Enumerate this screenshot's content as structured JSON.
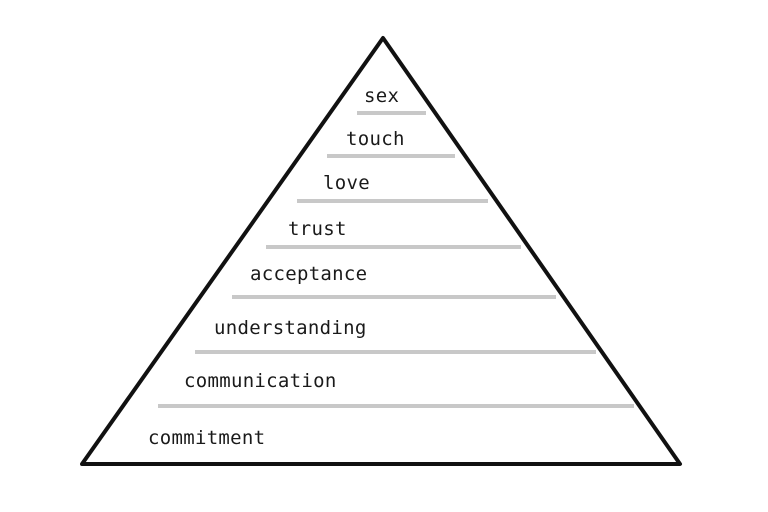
{
  "pyramid": {
    "levels": [
      {
        "label": "sex"
      },
      {
        "label": "touch"
      },
      {
        "label": "love"
      },
      {
        "label": "trust"
      },
      {
        "label": "acceptance"
      },
      {
        "label": "understanding"
      },
      {
        "label": "communication"
      },
      {
        "label": "commitment"
      }
    ],
    "colors": {
      "outline": "#111111",
      "divider": "#c8c8c8",
      "text": "#1a1a1a",
      "background": "#ffffff"
    }
  }
}
